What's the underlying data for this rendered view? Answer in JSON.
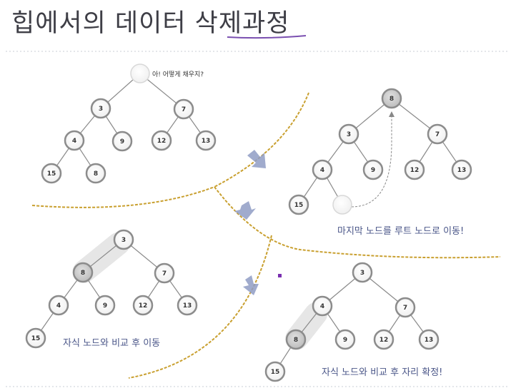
{
  "title": "힙에서의 데이터 삭제과정",
  "colors": {
    "dashed_divider": "#c9a030",
    "caption": "#4a5688",
    "underline": "#7a4fb0",
    "arrow": "#8f9cc4"
  },
  "trees": [
    {
      "name": "initial",
      "note": "아! 어떻게 채우지?",
      "nodes": [
        "",
        "3",
        "7",
        "4",
        "9",
        "12",
        "13",
        "15",
        "8"
      ]
    },
    {
      "name": "move-last-to-root",
      "caption": "마지막 노드를 루트 노드로 이동!",
      "nodes": [
        "8",
        "3",
        "7",
        "4",
        "9",
        "12",
        "13",
        "15",
        ""
      ]
    },
    {
      "name": "compare-and-move",
      "caption": "자식 노드와 비교 후 이동",
      "nodes": [
        "3",
        "8",
        "7",
        "4",
        "9",
        "12",
        "13",
        "15"
      ]
    },
    {
      "name": "final-position",
      "caption": "자식 노드와 비교 후 자리 확정!",
      "nodes": [
        "3",
        "4",
        "7",
        "8",
        "9",
        "12",
        "13",
        "15"
      ]
    }
  ]
}
